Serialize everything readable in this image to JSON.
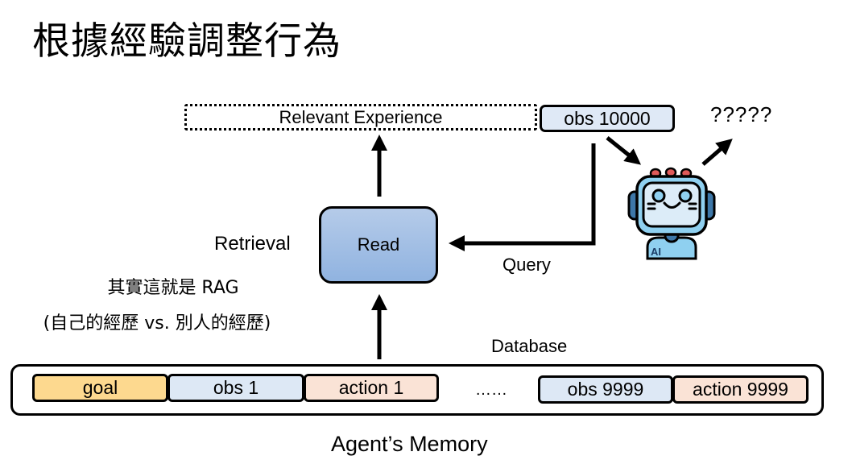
{
  "title": "根據經驗調整行為",
  "relevant_experience_label": "Relevant Experience",
  "current_observation_label": "obs 10000",
  "unknown_output_label": "?????",
  "retrieval_label": "Retrieval",
  "read_label": "Read",
  "query_label": "Query",
  "rag_note": {
    "line1": "其實這就是 RAG",
    "line2": "(自己的經歷 vs. 別人的經歷)"
  },
  "database_label": "Database",
  "memory_label": "Agent’s Memory",
  "memory_cells": [
    {
      "label": "goal",
      "kind": "goal"
    },
    {
      "label": "obs 1",
      "kind": "obs"
    },
    {
      "label": "action 1",
      "kind": "action"
    },
    {
      "label": "……",
      "kind": "ellipsis"
    },
    {
      "label": "obs 9999",
      "kind": "obs"
    },
    {
      "label": "action 9999",
      "kind": "action"
    }
  ],
  "robot": {
    "icon": "robot-icon",
    "badge_text": "AI"
  },
  "colors": {
    "goal": "#fdd98f",
    "obs": "#dde8f5",
    "action": "#fae3d6",
    "read_box": "#a3c0e5",
    "robot_body": "#8fd0f0",
    "robot_dark": "#3d77a8",
    "robot_lights": "#e05a5a"
  }
}
